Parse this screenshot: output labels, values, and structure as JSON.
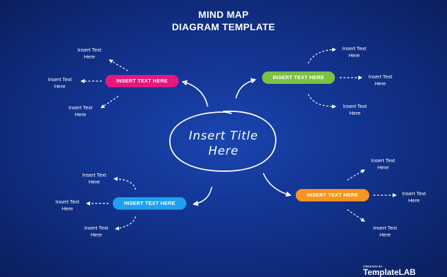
{
  "title": {
    "line1": "MIND MAP",
    "line2": "DIAGRAM TEMPLATE"
  },
  "center": {
    "line1": "Insert Title",
    "line2": "Here"
  },
  "branches": {
    "top_left": {
      "label": "INSERT TEXT HERE",
      "color": "#e8167f",
      "leaves": [
        {
          "line1": "Insert Text",
          "line2": "Here"
        },
        {
          "line1": "Insert Text",
          "line2": "Here"
        },
        {
          "line1": "Insert Text",
          "line2": "Here"
        }
      ]
    },
    "top_right": {
      "label": "INSERT TEXT HERE",
      "color": "#7cc242",
      "leaves": [
        {
          "line1": "Insert Text",
          "line2": "Here"
        },
        {
          "line1": "Insert Text",
          "line2": "Here"
        },
        {
          "line1": "Insert Text",
          "line2": "Here"
        }
      ]
    },
    "bottom_left": {
      "label": "INSERT TEXT HERE",
      "color": "#1ea1ef",
      "leaves": [
        {
          "line1": "Insert Text",
          "line2": "Here"
        },
        {
          "line1": "Insert Text",
          "line2": "Here"
        },
        {
          "line1": "Insert Text",
          "line2": "Here"
        }
      ]
    },
    "bottom_right": {
      "label": "INSERT TEXT HERE",
      "color": "#f7941d",
      "leaves": [
        {
          "line1": "Insert Text",
          "line2": "Here"
        },
        {
          "line1": "Insert Text",
          "line2": "Here"
        },
        {
          "line1": "Insert Text",
          "line2": "Here"
        }
      ]
    }
  },
  "logo": {
    "small": "CREATED BY",
    "brand": "TemplateLAB"
  }
}
